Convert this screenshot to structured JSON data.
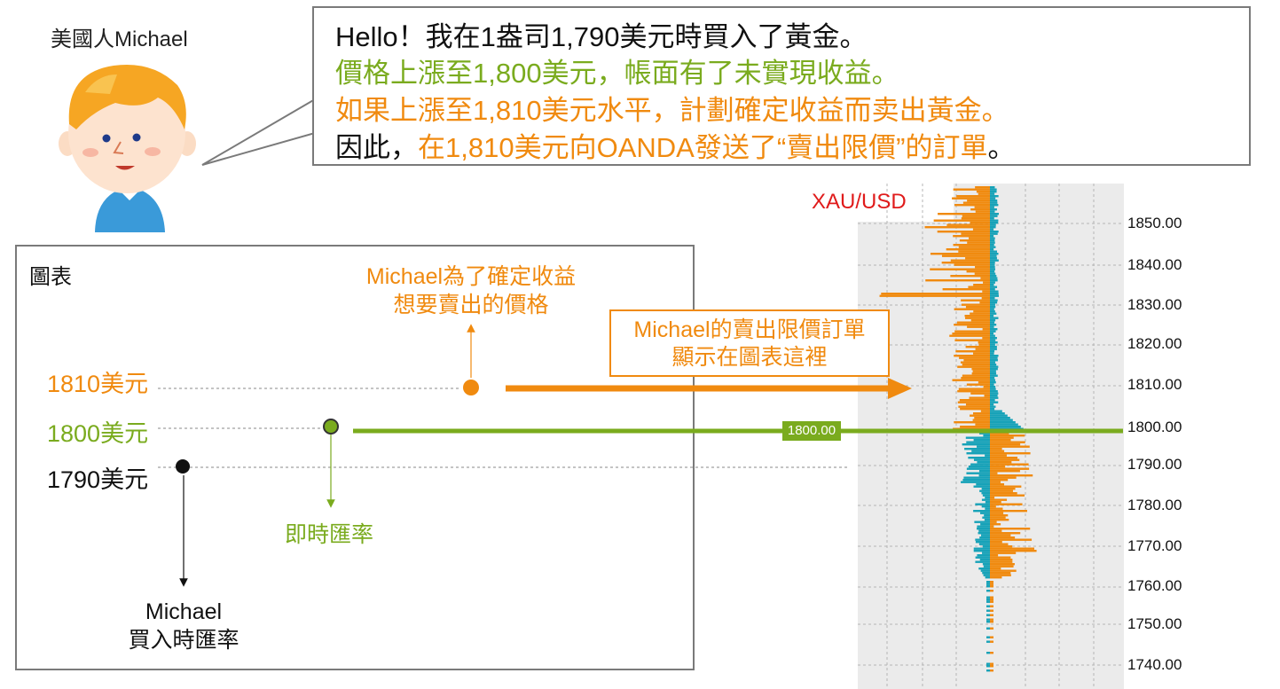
{
  "speaker": {
    "name": "美國人Michael"
  },
  "bubble": {
    "line1": "Hello！我在1盎司1,790美元時買入了黃金。",
    "line2": "價格上漲至1,800美元，帳面有了未實現收益。",
    "line3": "如果上漲至1,810美元水平，計劃確定收益而卖出黃金。",
    "line4_prefix": "因此，",
    "line4_highlight": "在1,810美元向OANDA發送了“賣出限價”的訂單",
    "line4_suffix": "。"
  },
  "chart": {
    "title": "圖表",
    "level_1810": "1810美元",
    "level_1800": "1800美元",
    "level_1790": "1790美元",
    "note_target_line1": "Michael為了確定收益",
    "note_target_line2": "想要賣出的價格",
    "note_current": "即時匯率",
    "note_buy_line1": "Michael",
    "note_buy_line2": "買入時匯率",
    "callout_line1": "Michael的賣出限價訂單",
    "callout_line2": "顯示在圖表這裡"
  },
  "order_book": {
    "symbol": "XAU/USD",
    "current_price_badge": "1800.00",
    "ticks": [
      "1850.00",
      "1840.00",
      "1830.00",
      "1820.00",
      "1810.00",
      "1800.00",
      "1790.00",
      "1780.00",
      "1770.00",
      "1760.00",
      "1750.00",
      "1740.00"
    ]
  },
  "colors": {
    "orange": "#f08a0f",
    "green": "#7aab1e",
    "teal": "#17a2b8",
    "grid_bg": "#ebebeb"
  }
}
